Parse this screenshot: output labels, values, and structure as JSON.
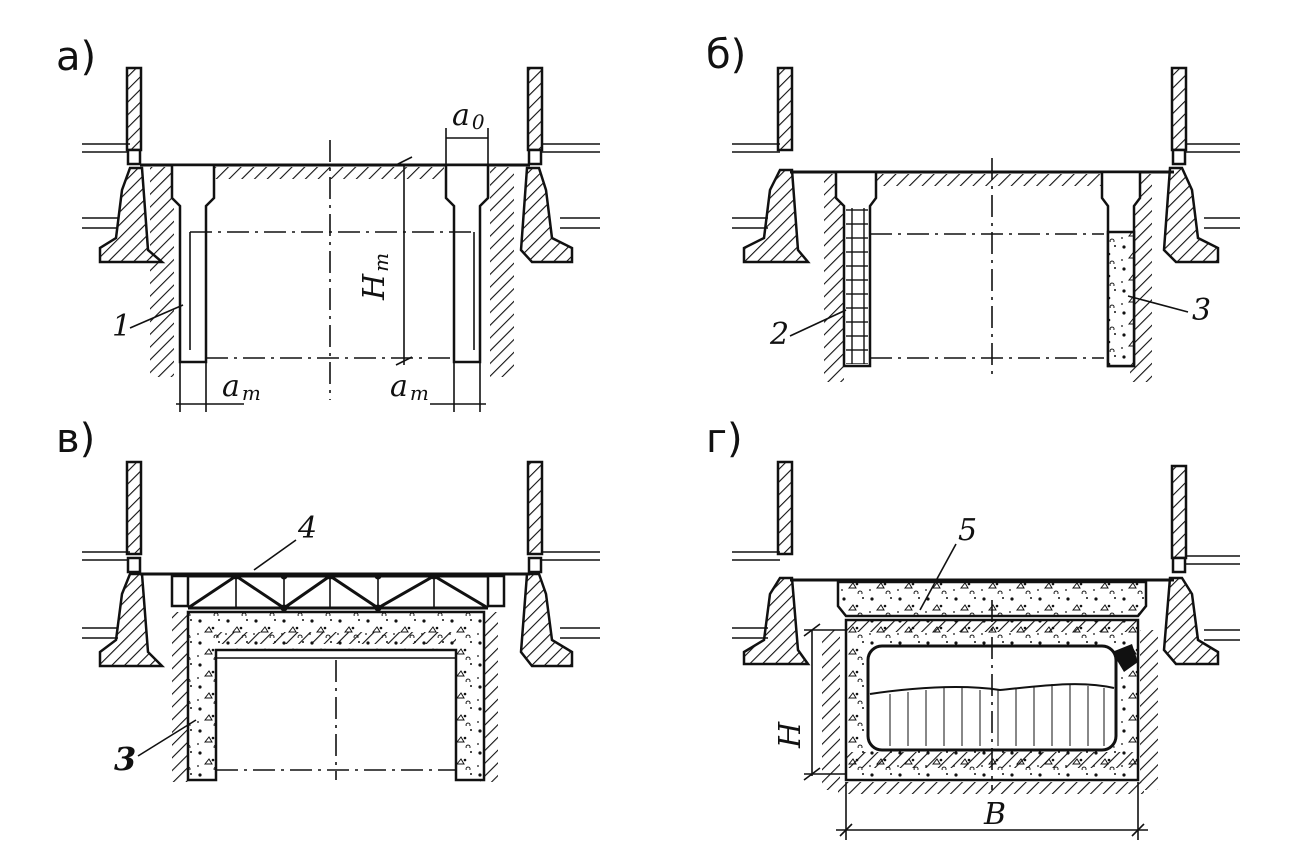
{
  "panels": {
    "a": {
      "label": "а)",
      "callout_1": "1",
      "dim_a0": "a",
      "dim_a0_sub": "0",
      "dim_Ht": "H",
      "dim_Ht_sub": "т",
      "dim_at_left": "a",
      "dim_at_left_sub": "т",
      "dim_at_right": "a",
      "dim_at_right_sub": "т"
    },
    "b": {
      "label": "б)",
      "callout_2": "2",
      "callout_3": "3"
    },
    "v": {
      "label": "в)",
      "callout_4": "4",
      "callout_3": "3"
    },
    "g": {
      "label": "г)",
      "callout_5": "5",
      "dim_H": "H",
      "dim_B": "B"
    }
  }
}
